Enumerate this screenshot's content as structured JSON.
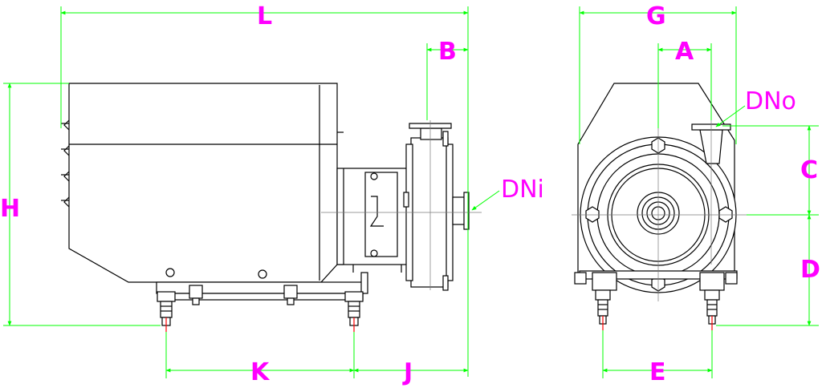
{
  "colors": {
    "dimension_line": "#00ff00",
    "label": "#ff00ff",
    "outline": "#000000",
    "centerline": "#7a7a7a",
    "anchor_bolt": "#ff0000"
  },
  "side_view": {
    "labels": {
      "L": "L",
      "B": "B",
      "H": "H",
      "K": "K",
      "J": "J",
      "DNi": "DNi"
    }
  },
  "front_view": {
    "labels": {
      "G": "G",
      "A": "A",
      "DNo": "DNo",
      "C": "C",
      "D": "D",
      "E": "E"
    }
  }
}
